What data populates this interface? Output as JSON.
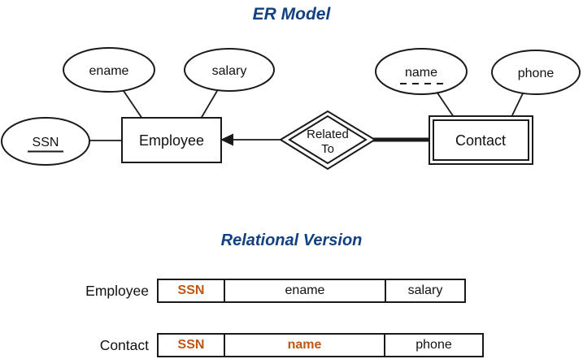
{
  "colors": {
    "title_blue": "#134080",
    "key_orange": "#bf5615",
    "ink": "#1a1a1a"
  },
  "er_model": {
    "title": "ER Model",
    "employee_entity": "Employee",
    "contact_entity": "Contact",
    "relationship_line1": "Related",
    "relationship_line2": "To",
    "attr_ssn": "SSN",
    "attr_ename": "ename",
    "attr_salary": "salary",
    "attr_name": "name",
    "attr_phone": "phone"
  },
  "relational": {
    "title": "Relational Version",
    "tables": [
      {
        "name": "Employee",
        "columns": [
          {
            "label": "SSN",
            "key": true
          },
          {
            "label": "ename",
            "key": false
          },
          {
            "label": "salary",
            "key": false
          }
        ]
      },
      {
        "name": "Contact",
        "columns": [
          {
            "label": "SSN",
            "key": true
          },
          {
            "label": "name",
            "key": true
          },
          {
            "label": "phone",
            "key": false
          }
        ]
      }
    ]
  }
}
